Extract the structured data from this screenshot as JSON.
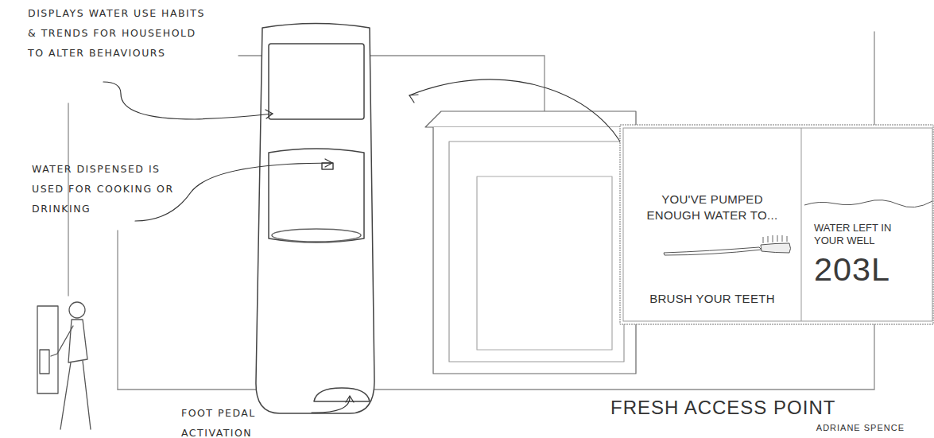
{
  "diagram": {
    "title": "FRESH ACCESS POINT",
    "nodes": [
      {
        "text": [
          "YOU'VE PUMPED ENOUGH WATER TO...",
          "BRUSH YOUR TEETH"
        ]
      },
      {
        "text": [
          "WATER LEFT IN YOUR WELL",
          "203L"
        ]
      }
    ],
    "labels": [
      "DISPLAYS WATER USE HABITS & TRENDS FOR HOUSEHOLD TO ALTER BEHAVIOURS",
      "WATER DISPENSED IS USED FOR COOKING OR DRINKING",
      "FOOT PEDAL ACTIVATION",
      "ADRIANE SPENCE"
    ]
  }
}
